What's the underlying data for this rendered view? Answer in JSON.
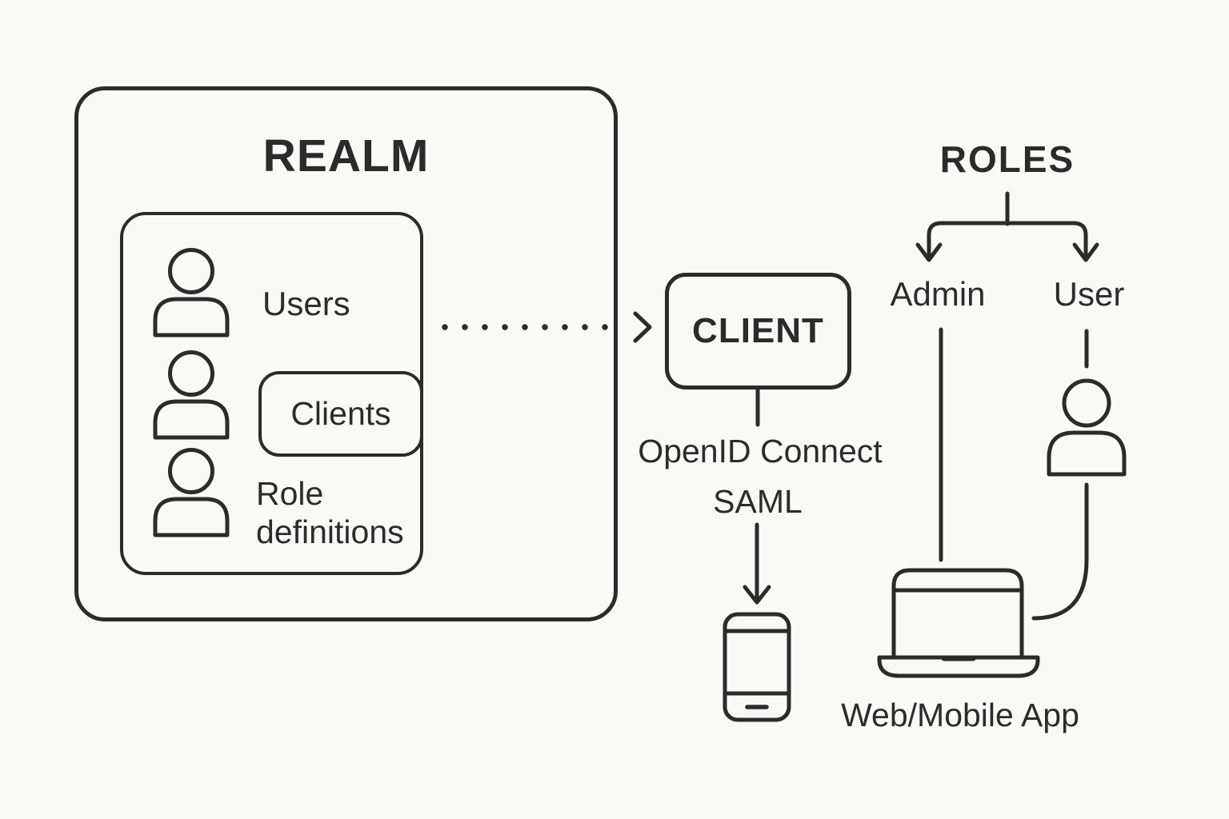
{
  "realm": {
    "title": "REALM",
    "users_label": "Users",
    "clients_label": "Clients",
    "role_definitions_label": "Role definitions"
  },
  "client": {
    "title": "CLIENT",
    "protocol_line1": "OpenID Connect",
    "protocol_line2": "SAML"
  },
  "roles": {
    "title": "ROLES",
    "admin_label": "Admin",
    "user_label": "User"
  },
  "app": {
    "label": "Web/Mobile App"
  },
  "icons": {
    "realm_users": "users-group-icon (3 person glyphs)",
    "role_user": "person-icon",
    "mobile": "smartphone-icon",
    "web_mobile_app": "laptop-icon"
  },
  "connectors": {
    "users_to_client": "dotted-arrow-right",
    "client_to_protocols": "plain-line",
    "saml_to_phone": "arrow-down",
    "roles_split": "bracket-two-arrows-down",
    "admin_to_app": "plain-line",
    "user_to_person": "plain-line",
    "person_to_app": "curved-line"
  },
  "colors": {
    "background": "#faf9f5",
    "stroke": "#2b2b2b",
    "text": "#2c2c2c"
  }
}
